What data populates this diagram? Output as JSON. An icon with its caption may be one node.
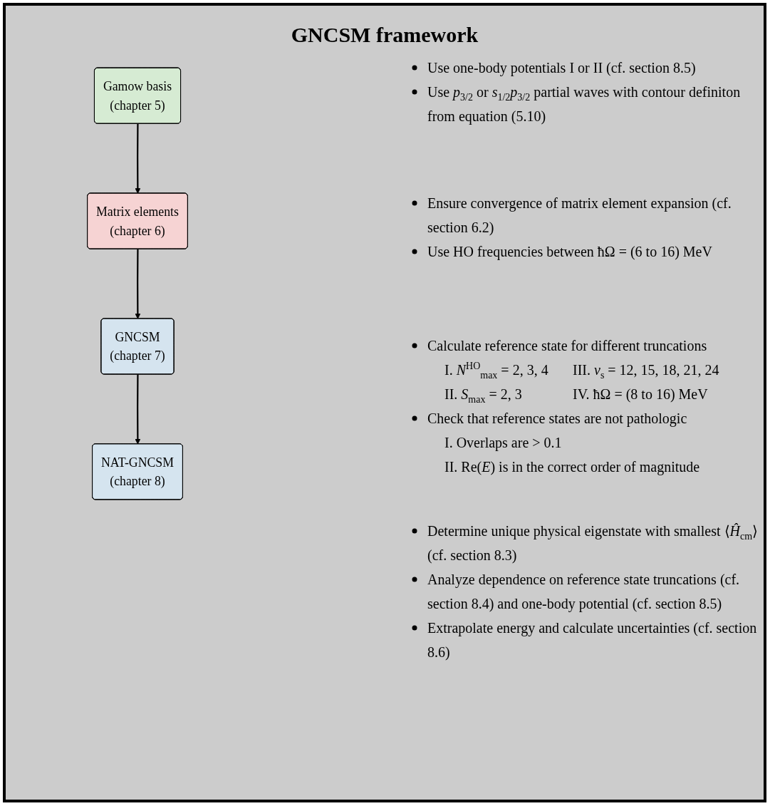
{
  "diagram": {
    "title": "GNCSM framework",
    "nodes": [
      {
        "text": [
          "Gamow basis",
          "(chapter 5)"
        ]
      },
      {
        "text": [
          "Matrix elements",
          "(chapter 6)"
        ]
      },
      {
        "text": [
          "GNCSM",
          "(chapter 7)"
        ]
      },
      {
        "text": [
          "NAT-GNCSM",
          "(chapter 8)"
        ]
      }
    ],
    "edges": [
      {
        "from": 0,
        "to": 1,
        "arrow": "to"
      },
      {
        "from": 1,
        "to": 2,
        "arrow": "to"
      },
      {
        "from": 2,
        "to": 3,
        "arrow": "to"
      }
    ],
    "labels": [
      "Use one-body potentials I or II (cf. section 8.5)",
      "Use *p*$_{3/2}$ or *s*$_{1/2}$*p*$_{3/2}$ partial waves with contour definiton from equation (5.10)",
      "Ensure convergence of matrix element expansion (cf. section 6.2)",
      "Use HO frequencies between ħΩ = (6 to 16) MeV",
      "Calculate reference state for different truncations",
      "I. *N*$^{HO}$$_{max}$ = 2, 3, 4",
      "III. *ν*$_{s}$ = 12, 15, 18, 21, 24",
      "II. *S*$_{max}$ = 2, 3",
      "IV. ħΩ = (8 to 16) MeV",
      "Check that reference states are not pathologic",
      "I. Overlaps are > 0.1",
      "II. Re(*E*) is in the correct order of magnitude",
      "Determine unique physical eigenstate with smallest ⟨*Ĥ*$_{cm}$⟩ (cf. section 8.3)",
      "Analyze dependence on reference state truncations (cf. section 8.4) and one-body potential (cf. section 8.5)",
      "Extrapolate energy and calculate uncertainties (cf. section 8.6)"
    ]
  }
}
